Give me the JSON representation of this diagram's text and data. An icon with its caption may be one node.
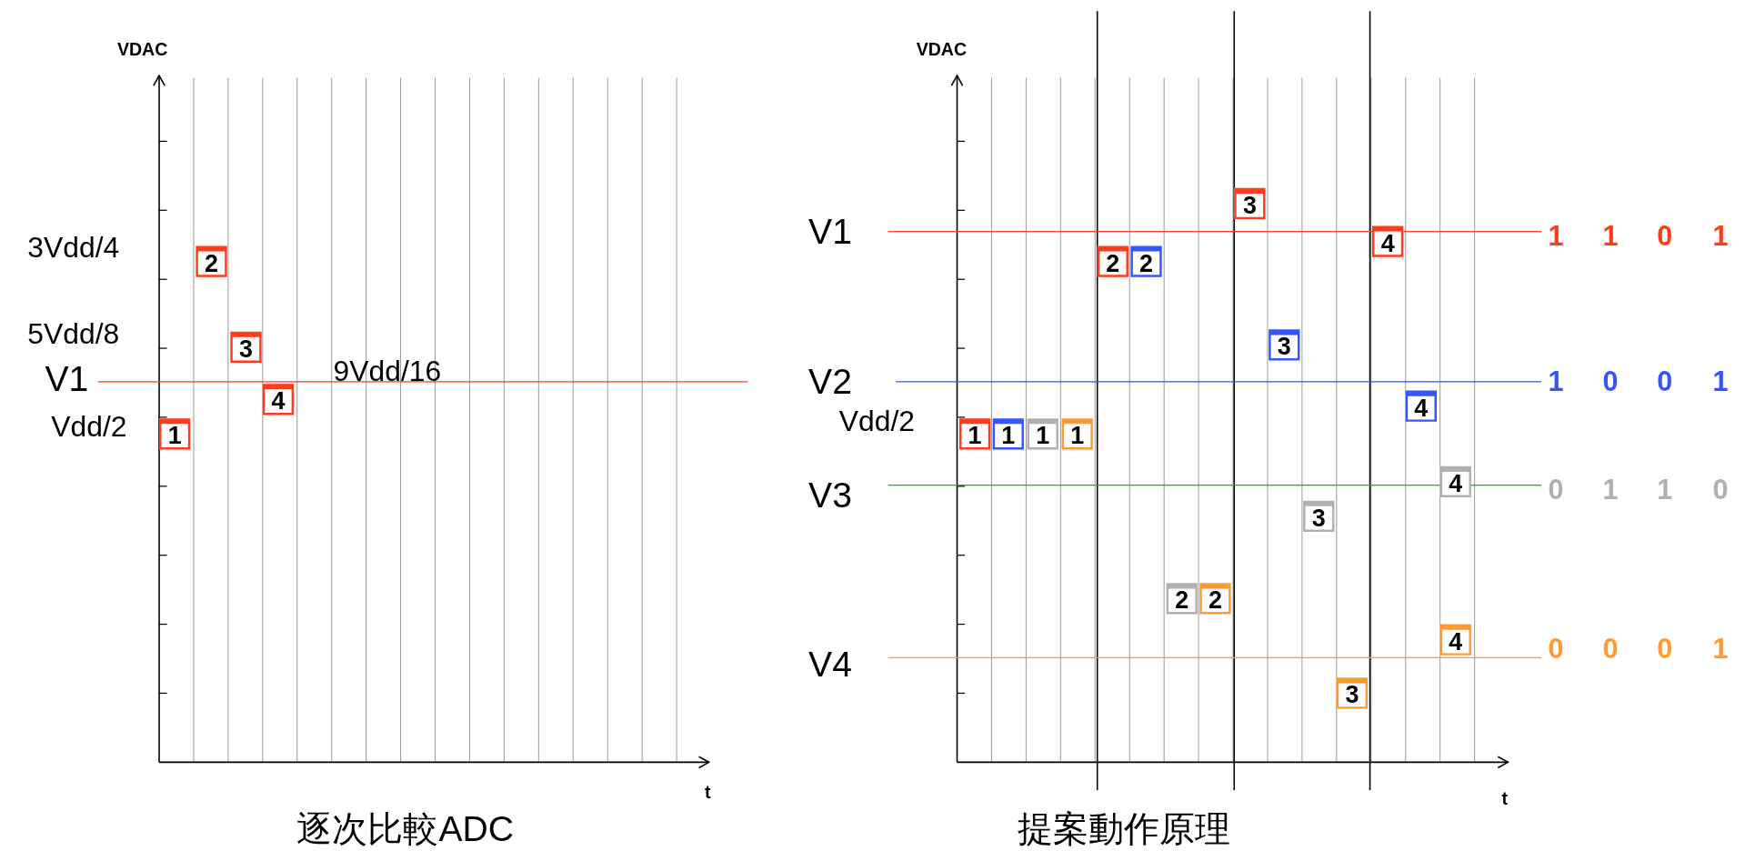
{
  "diagram": {
    "labels": [
      "VDAC",
      "3Vdd/4",
      "5Vdd/8",
      "V1",
      "9Vdd/16",
      "Vdd/2",
      "1",
      "2",
      "3",
      "4",
      "t",
      "逐次比較ADC",
      "VDAC",
      "V1",
      "1",
      "1",
      "0",
      "1",
      "V2",
      "1",
      "0",
      "0",
      "1",
      "Vdd/2",
      "V3",
      "0",
      "1",
      "1",
      "0",
      "V4",
      "0",
      "0",
      "0",
      "1",
      "1",
      "1",
      "1",
      "1",
      "2",
      "2",
      "2",
      "2",
      "3",
      "3",
      "3",
      "3",
      "4",
      "4",
      "4",
      "4",
      "t",
      "提案動作原理"
    ]
  }
}
